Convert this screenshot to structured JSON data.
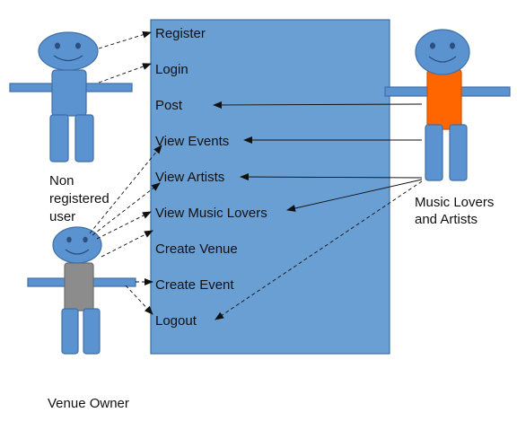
{
  "colors": {
    "system_box": "#6a9fd4",
    "system_border": "#3f6fa8",
    "figure": "#5b93d1",
    "figure_border": "#3f6fa8",
    "venue_owner_body": "#8c8c8c",
    "music_lover_body": "#ff6600",
    "line": "#111111"
  },
  "use_cases": [
    {
      "id": "register",
      "label": "Register"
    },
    {
      "id": "login",
      "label": "Login"
    },
    {
      "id": "post",
      "label": "Post"
    },
    {
      "id": "view-events",
      "label": "View Events"
    },
    {
      "id": "view-artists",
      "label": "View Artists"
    },
    {
      "id": "view-music-lovers",
      "label": "View Music Lovers"
    },
    {
      "id": "create-venue",
      "label": "Create Venue"
    },
    {
      "id": "create-event",
      "label": "Create Event"
    },
    {
      "id": "logout",
      "label": "Logout"
    }
  ],
  "actors": [
    {
      "id": "non-registered-user",
      "label_lines": [
        "Non",
        "registered",
        "user"
      ]
    },
    {
      "id": "venue-owner",
      "label_lines": [
        "Venue Owner"
      ]
    },
    {
      "id": "music-lovers-and-artists",
      "label_lines": [
        "Music Lovers",
        "and Artists"
      ]
    }
  ],
  "connections": [
    {
      "from": "non-registered-user",
      "to": "register",
      "style": "dashed"
    },
    {
      "from": "non-registered-user",
      "to": "login",
      "style": "dashed"
    },
    {
      "from": "music-lovers-and-artists",
      "to": "post",
      "style": "solid"
    },
    {
      "from": "music-lovers-and-artists",
      "to": "view-events",
      "style": "solid"
    },
    {
      "from": "music-lovers-and-artists",
      "to": "view-artists",
      "style": "solid"
    },
    {
      "from": "music-lovers-and-artists",
      "to": "view-music-lovers",
      "style": "solid"
    },
    {
      "from": "music-lovers-and-artists",
      "to": "logout",
      "style": "dashed"
    },
    {
      "from": "venue-owner",
      "to": "view-events",
      "style": "dashed"
    },
    {
      "from": "venue-owner",
      "to": "view-artists",
      "style": "dashed"
    },
    {
      "from": "venue-owner",
      "to": "view-music-lovers",
      "style": "dashed"
    },
    {
      "from": "venue-owner",
      "to": "create-venue",
      "style": "dashed"
    },
    {
      "from": "venue-owner",
      "to": "create-event",
      "style": "dashed"
    },
    {
      "from": "venue-owner",
      "to": "logout",
      "style": "dashed"
    }
  ]
}
